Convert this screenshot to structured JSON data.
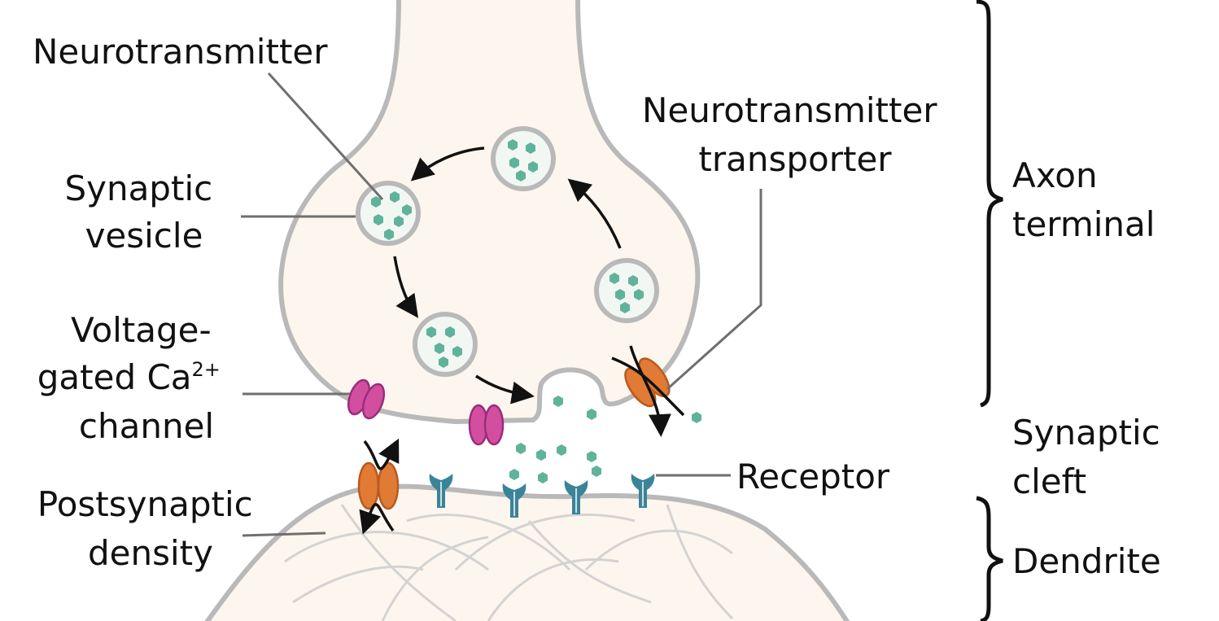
{
  "labels": {
    "neurotransmitter": "Neurotransmitter",
    "synaptic_vesicle": [
      "Synaptic",
      "vesicle"
    ],
    "ca_channel": [
      "Voltage-",
      "gated Ca",
      "2+",
      "channel"
    ],
    "postsynaptic_density": [
      "Postsynaptic",
      "density"
    ],
    "transporter": [
      "Neurotransmitter",
      "transporter"
    ],
    "receptor": "Receptor",
    "axon_terminal": [
      "Axon",
      "terminal"
    ],
    "synaptic_cleft": [
      "Synaptic",
      "cleft"
    ],
    "dendrite": "Dendrite"
  },
  "colors": {
    "cytoplasm": "#fdf6ee",
    "membrane": "#b9b9b9",
    "neurotransmitter": "#5fb39b",
    "ca_channel": "#d24fa0",
    "transporter": "#e07a35",
    "receptor": "#3a8499"
  }
}
